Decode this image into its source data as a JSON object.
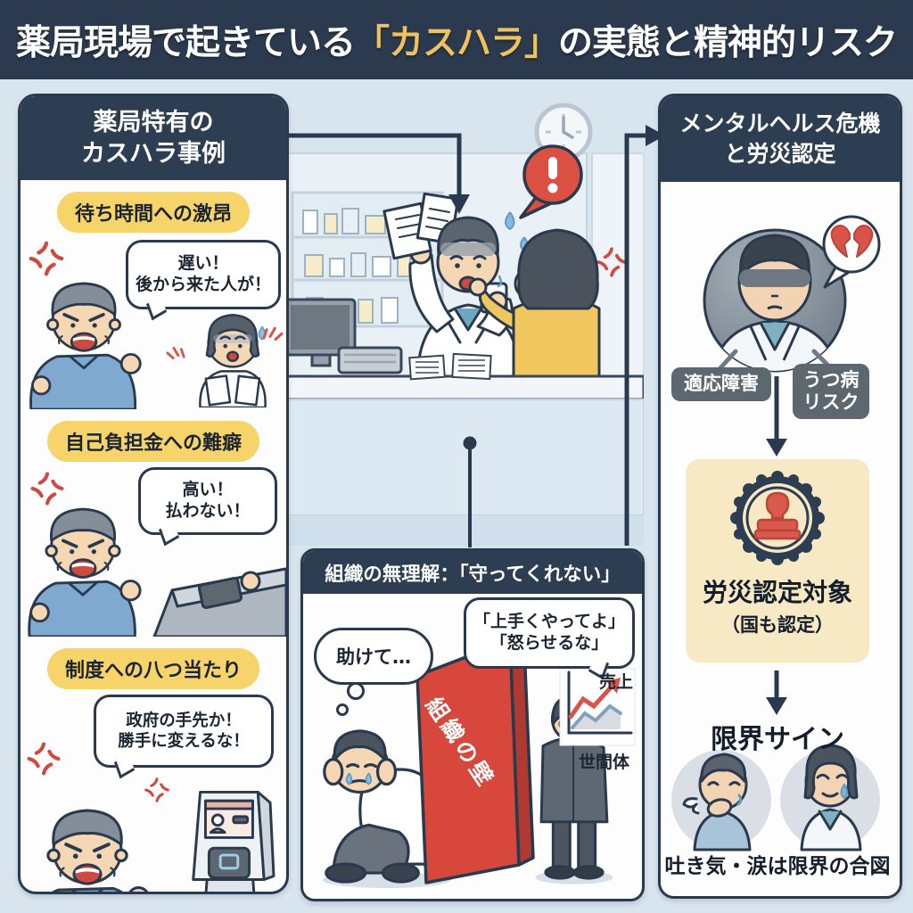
{
  "title": {
    "prefix": "薬局現場で起きている",
    "highlight": "「カスハラ」",
    "suffix": "の実態と精神的リスク"
  },
  "left_panel": {
    "header": "薬局特有の\nカスハラ事例",
    "cases": [
      {
        "label": "待ち時間への激昂",
        "speech": "遅い！\n後から来た人が！"
      },
      {
        "label": "自己負担金への難癖",
        "speech": "高い！\n払わない！"
      },
      {
        "label": "制度への八つ当たり",
        "speech": "政府の手先か！\n勝手に変えるな！"
      }
    ]
  },
  "middle_panel": {
    "header": "組織の無理解：「守ってくれない」",
    "thought": "助けて…",
    "speech": "「上手くやってよ」\n「怒らせるな」",
    "wall_label": "組織の壁",
    "chart": {
      "top_label": "売上",
      "bottom_label": "世間体"
    }
  },
  "right_panel": {
    "header": "メンタルヘルス危機\nと労災認定",
    "tags": [
      "適応障害",
      "うつ病\nリスク"
    ],
    "certification": {
      "title": "労災認定対象",
      "subtitle": "（国も認定）"
    },
    "limit_heading": "限界サイン",
    "caption": "吐き気・涙は限界の合図"
  },
  "colors": {
    "navy": "#2d3e52",
    "gold": "#f0c25f",
    "pill_yellow": "#f6d46a",
    "red": "#d9534a",
    "cream": "#f7e9c3",
    "tag_gray": "#5d6770",
    "background": "#d8e4ee"
  }
}
